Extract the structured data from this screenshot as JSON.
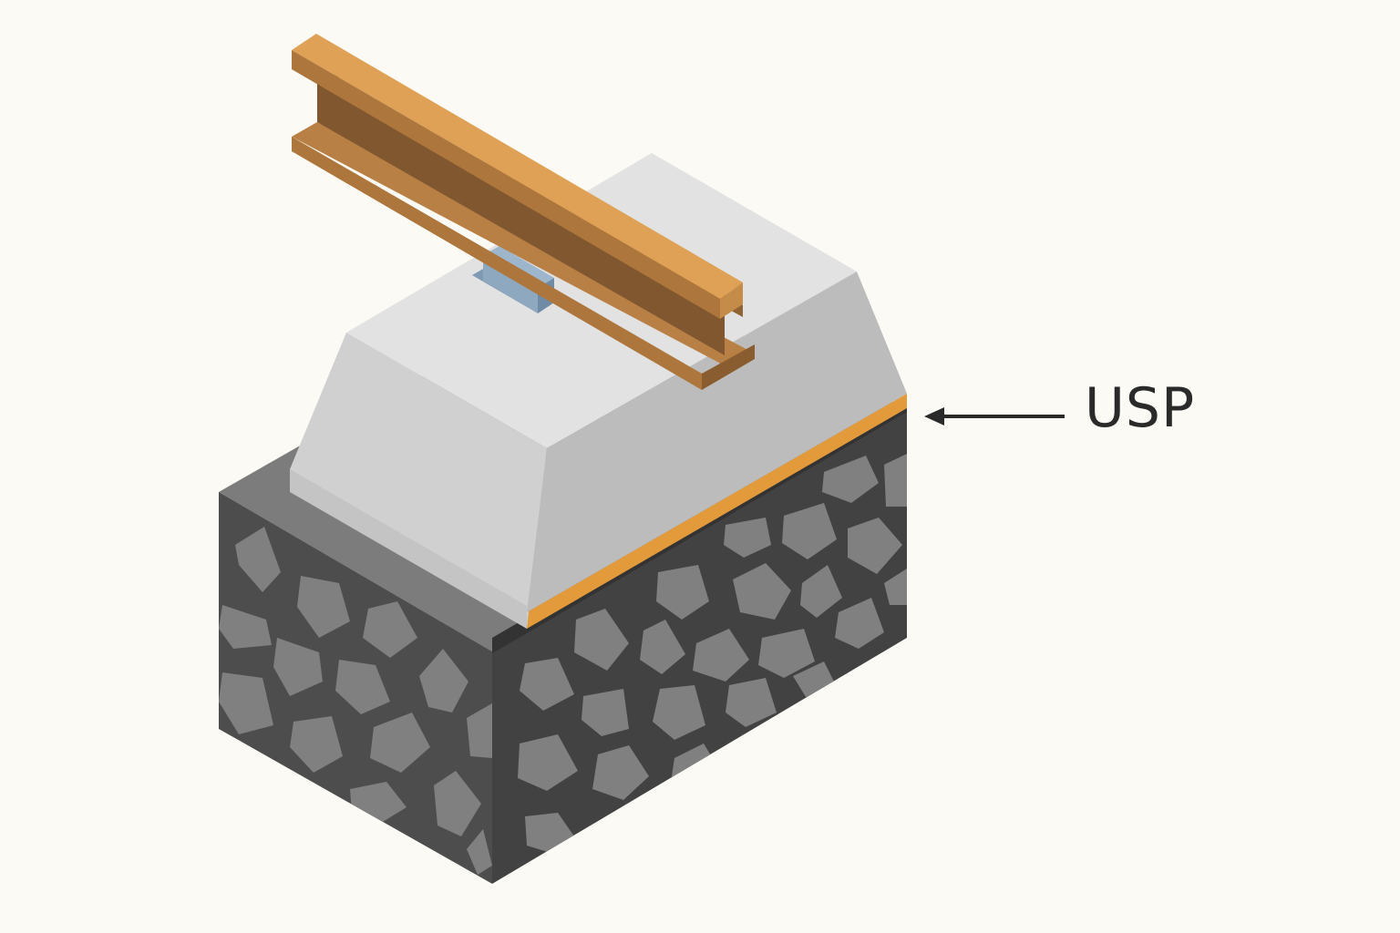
{
  "labels": {
    "usp": "USP"
  },
  "colors": {
    "background": "#fcfaf4",
    "rail_top": "#dea155",
    "rail_side": "#ad763c",
    "rail_web": "#80572e",
    "sleeper_top": "#e2e2e2",
    "sleeper_left": "#d0d0d0",
    "sleeper_right": "#bcbcbc",
    "usp_pad": "#e29a3b",
    "ballast_top": "#7c7c7c",
    "ballast_left": "#4d4d4d",
    "ballast_right": "#424242",
    "stone": "#808080",
    "fastening_clip": "#8ea8bf",
    "arrow": "#2a2a2a"
  },
  "components": [
    {
      "name": "rail",
      "icon": "rail-icon"
    },
    {
      "name": "fastening-clip",
      "icon": "clip-icon"
    },
    {
      "name": "concrete-sleeper",
      "icon": "sleeper-icon"
    },
    {
      "name": "under-sleeper-pad",
      "icon": "pad-icon"
    },
    {
      "name": "ballast-bed",
      "icon": "ballast-icon"
    }
  ]
}
